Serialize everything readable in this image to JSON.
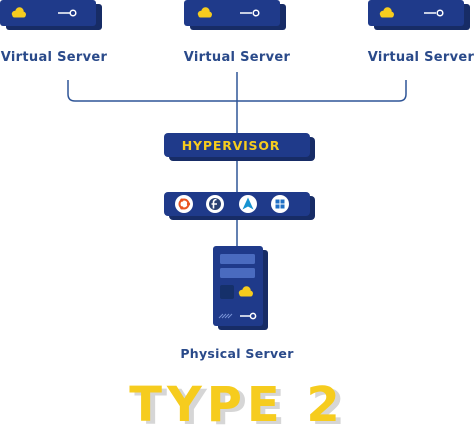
{
  "diagram": {
    "virtual_servers": [
      {
        "label": "Virtual Server"
      },
      {
        "label": "Virtual Server"
      },
      {
        "label": "Virtual Server"
      }
    ],
    "hypervisor": {
      "label": "HYPERVISOR"
    },
    "os_bar": {
      "icons": [
        "ubuntu-icon",
        "fedora-icon",
        "arch-linux-icon",
        "windows-icon"
      ]
    },
    "physical_server": {
      "label": "Physical Server"
    },
    "type_label": "TYPE 2"
  },
  "colors": {
    "navy": "#1f3a8a",
    "navy_dark": "#172c66",
    "line": "#2f5597",
    "accent_yellow": "#f6cc1e",
    "label_text": "#2a4a8a"
  }
}
